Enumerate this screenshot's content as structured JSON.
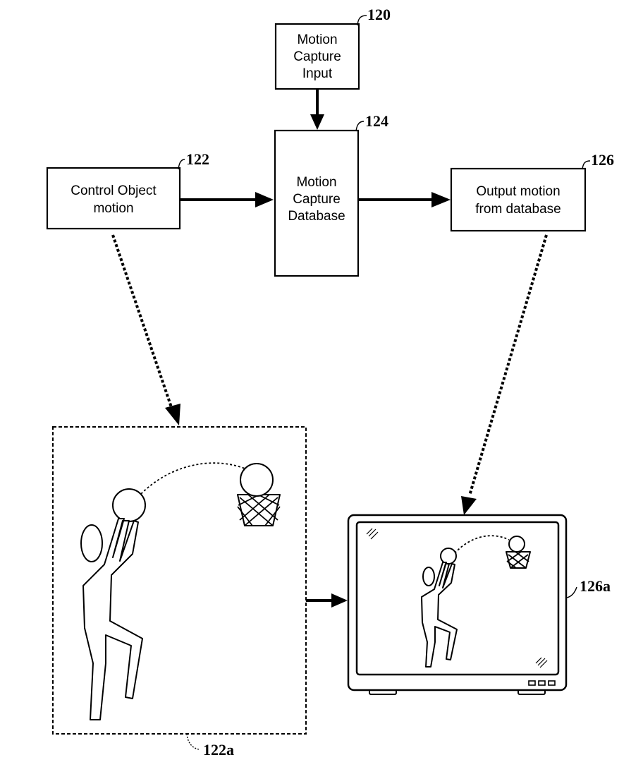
{
  "boxes": {
    "motion_capture_input": {
      "lines": [
        "Motion",
        "Capture",
        "Input"
      ],
      "ref": "120"
    },
    "motion_capture_database": {
      "lines": [
        "Motion",
        "Capture",
        "Database"
      ],
      "ref": "124"
    },
    "control_object_motion": {
      "lines": [
        "Control Object",
        "motion"
      ],
      "ref": "122"
    },
    "output_motion": {
      "lines": [
        "Output motion",
        "from database"
      ],
      "ref": "126"
    }
  },
  "references": {
    "scene_frame": "122a",
    "display_monitor": "126a"
  }
}
